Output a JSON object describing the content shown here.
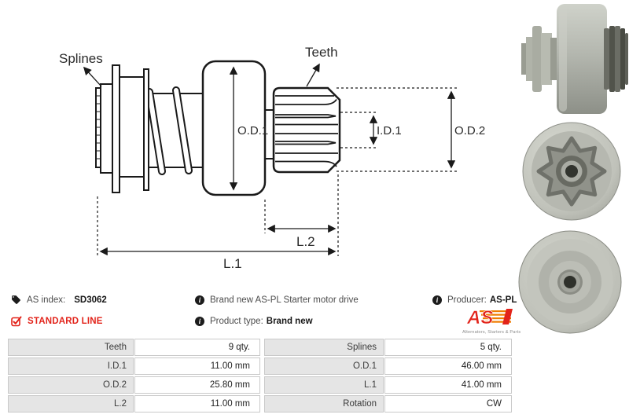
{
  "colors": {
    "brand_red": "#e2231a",
    "stripe_orange": "#ef7d00",
    "line_black": "#1a1a1a"
  },
  "header_info": {
    "as_index": {
      "icon": "tag-icon",
      "label": "AS index:",
      "value": "SD3062"
    },
    "standard_line": {
      "icon": "checked-checkbox-icon",
      "label": "STANDARD LINE"
    },
    "description": {
      "icon": "info-icon",
      "text": "Brand new AS-PL Starter motor drive"
    },
    "product_type": {
      "icon": "info-icon",
      "label": "Product type:",
      "value": "Brand new"
    },
    "producer": {
      "icon": "info-icon",
      "label": "Producer:",
      "value": "AS-PL"
    }
  },
  "logo": {
    "text": "AS",
    "subtext": "Alternators, Starters & Parts"
  },
  "diagram_labels": {
    "splines": "Splines",
    "teeth": "Teeth",
    "od1": "O.D.1",
    "id1": "I.D.1",
    "od2": "O.D.2",
    "l2": "L.2",
    "l1": "L.1"
  },
  "photos": [
    {
      "name": "bendix-side-view"
    },
    {
      "name": "bendix-front-pinion-view"
    },
    {
      "name": "bendix-rear-view"
    }
  ],
  "spec_table": {
    "rows": [
      {
        "c0": "Teeth",
        "c1": "9 qty.",
        "c2": "Splines",
        "c3": "5 qty."
      },
      {
        "c0": "I.D.1",
        "c1": "11.00 mm",
        "c2": "O.D.1",
        "c3": "46.00 mm"
      },
      {
        "c0": "O.D.2",
        "c1": "25.80 mm",
        "c2": "L.1",
        "c3": "41.00 mm"
      },
      {
        "c0": "L.2",
        "c1": "11.00 mm",
        "c2": "Rotation",
        "c3": "CW"
      }
    ]
  }
}
